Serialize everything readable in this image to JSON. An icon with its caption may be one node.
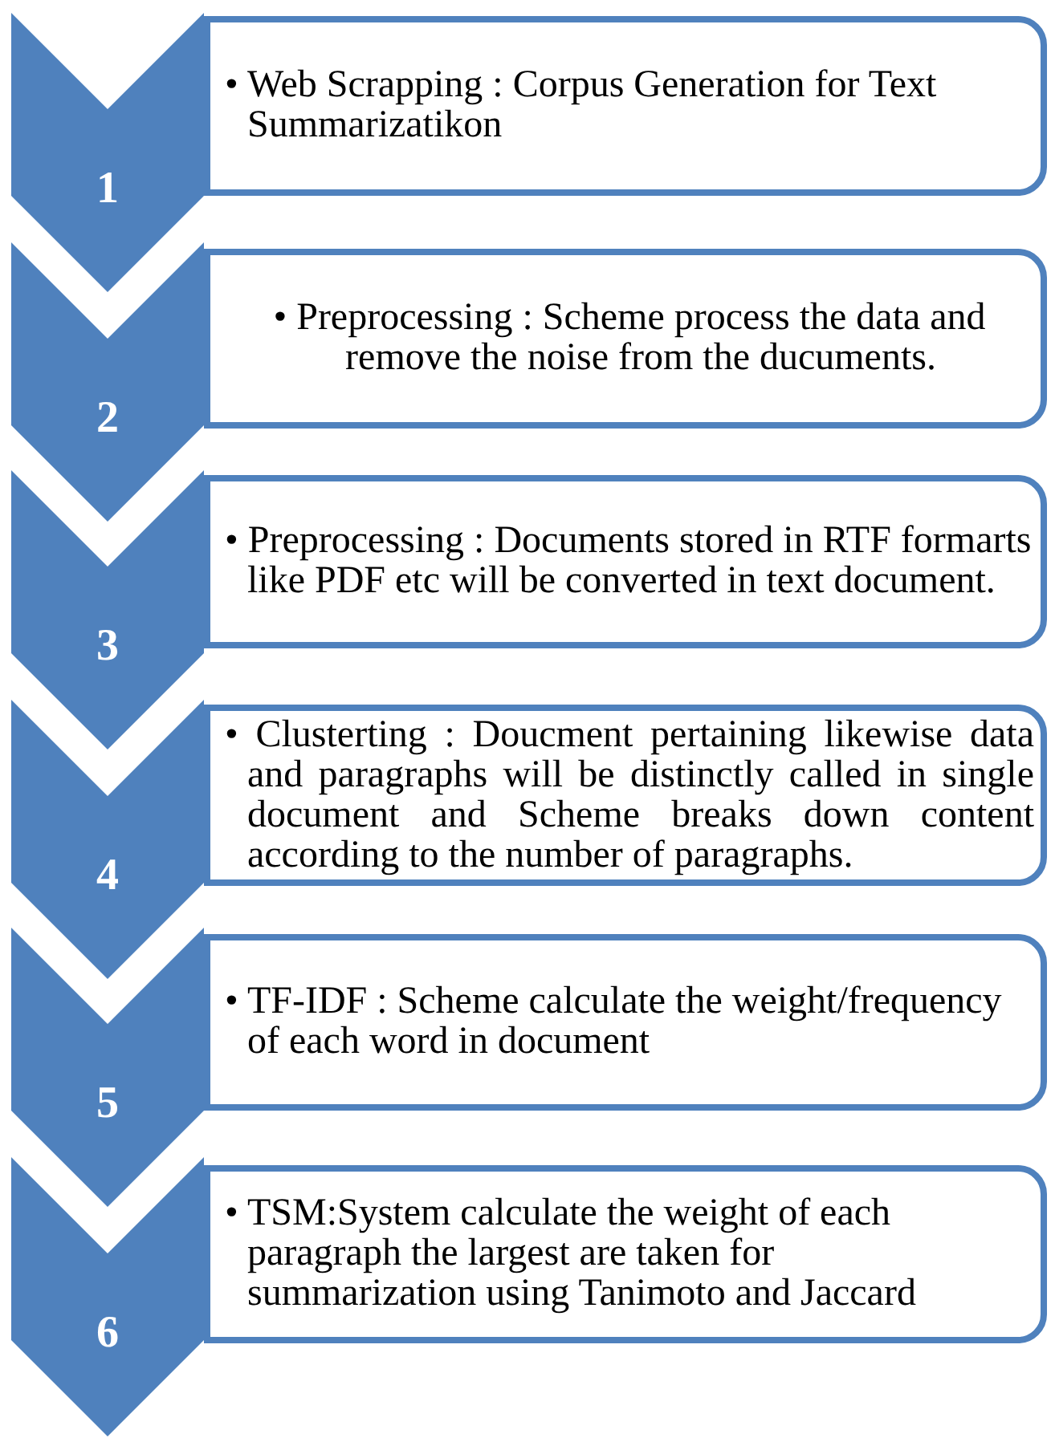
{
  "diagram": {
    "nodes": [
      {
        "text": [
          "1"
        ]
      },
      {
        "text": [
          "• Web Scrapping : Corpus Generation for Text Summarizatikon"
        ]
      },
      {
        "text": [
          "2"
        ]
      },
      {
        "text": [
          "• Preprocessing : Scheme process the data and remove the noise from the ducuments."
        ]
      },
      {
        "text": [
          "3"
        ]
      },
      {
        "text": [
          "• Preprocessing : Documents stored in RTF formarts like PDF etc will be converted in text document."
        ]
      },
      {
        "text": [
          "4"
        ]
      },
      {
        "text": [
          "• Clusterting : Doucment pertaining likewise data and paragraphs will be distinctly called in single document and Scheme breaks down content according to the number of paragraphs."
        ]
      },
      {
        "text": [
          "5"
        ]
      },
      {
        "text": [
          "• TF-IDF : Scheme calculate the weight/frequency of each word in document"
        ]
      },
      {
        "text": [
          "6"
        ]
      },
      {
        "text": [
          "• TSM:System calculate the weight of each paragraph the largest are taken for summarization using Tanimoto and Jaccard"
        ]
      }
    ]
  }
}
